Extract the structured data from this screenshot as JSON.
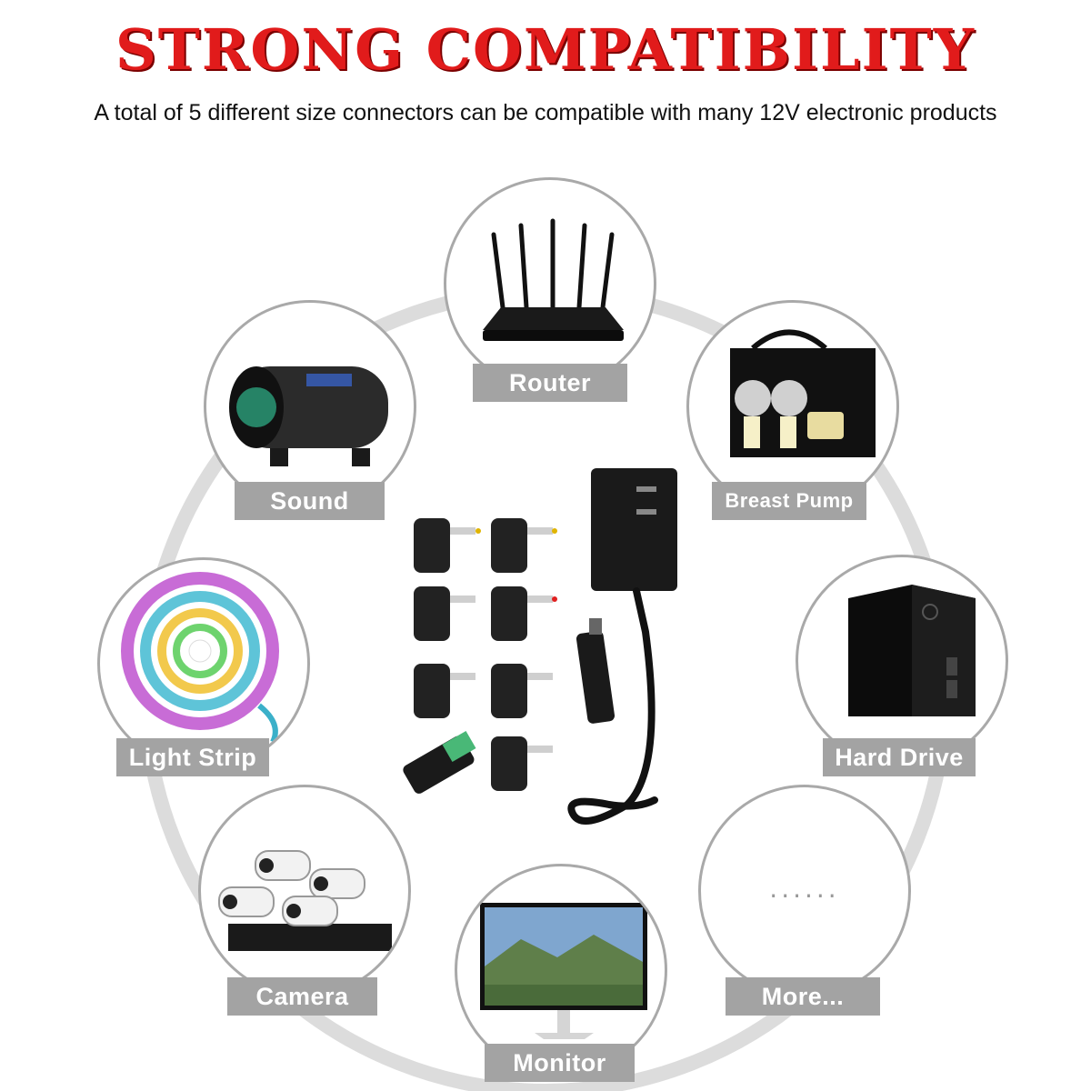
{
  "header": {
    "title": "STRONG COMPATIBILITY",
    "subtitle": "A total of 5 different size connectors can be compatible with many 12V electronic products"
  },
  "devices": [
    {
      "name": "Router"
    },
    {
      "name": "Sound"
    },
    {
      "name": "Breast Pump"
    },
    {
      "name": "Light Strip"
    },
    {
      "name": "Hard Drive"
    },
    {
      "name": "Camera"
    },
    {
      "name": "Monitor"
    },
    {
      "name": "More..."
    }
  ],
  "more_dots": "......",
  "colors": {
    "title": "#e11b1b",
    "label_bg": "#a3a3a3",
    "ring": "#d9d9d9",
    "circle_border": "#a9a9a9"
  }
}
